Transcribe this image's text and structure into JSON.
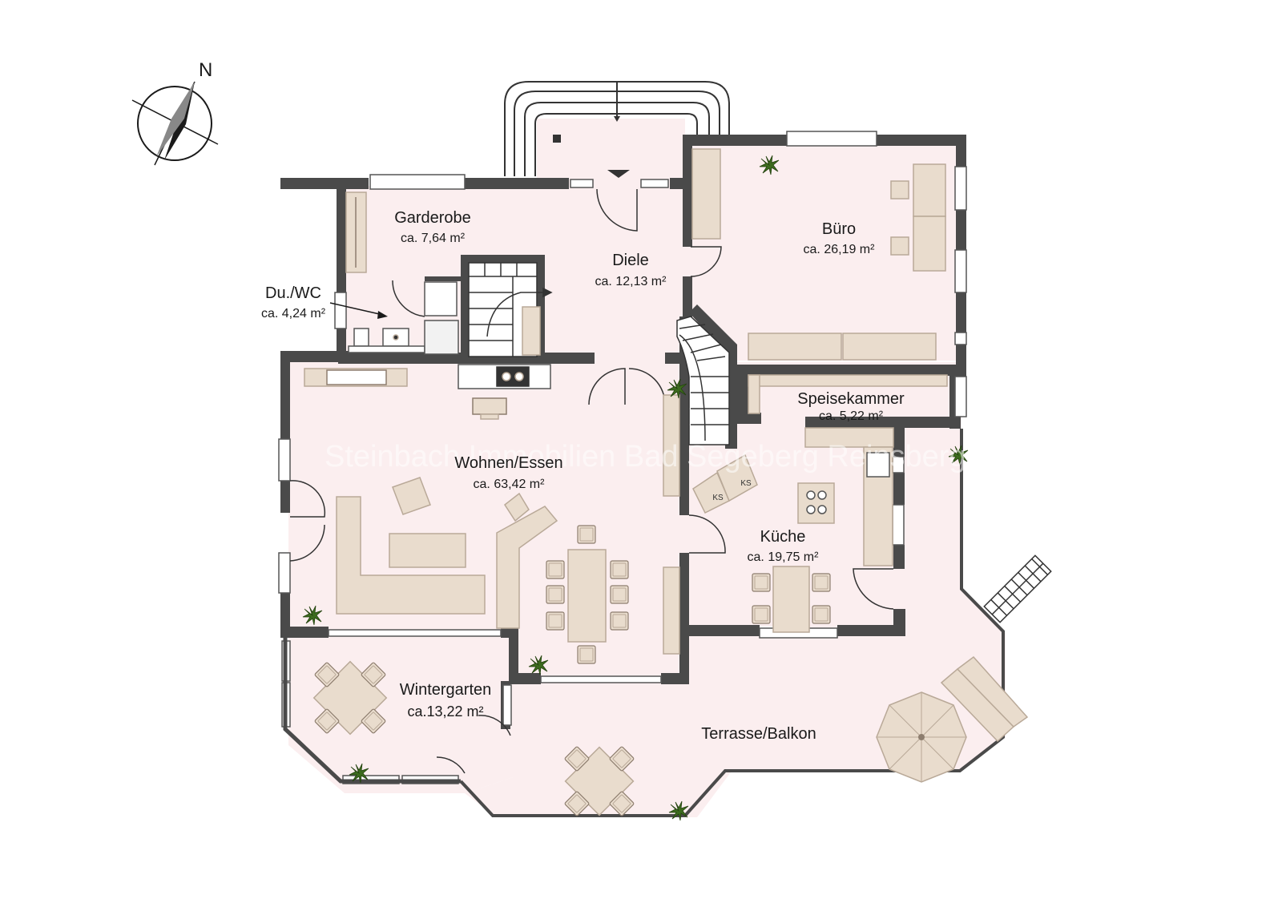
{
  "compass": {
    "north_label": "N"
  },
  "watermark": "Steinbach Immobilien Bad Segeberg Reinsberg",
  "rooms": [
    {
      "id": "garderobe",
      "name": "Garderobe",
      "area": "ca. 7,64 m²"
    },
    {
      "id": "du-wc",
      "name": "Du./WC",
      "area": "ca. 4,24 m²"
    },
    {
      "id": "diele",
      "name": "Diele",
      "area": "ca. 12,13 m²"
    },
    {
      "id": "buero",
      "name": "Büro",
      "area": "ca. 26,19 m²"
    },
    {
      "id": "speisekammer",
      "name": "Speisekammer",
      "area": "ca. 5,22 m²"
    },
    {
      "id": "wohnen-essen",
      "name": "Wohnen/Essen",
      "area": "ca. 63,42 m²"
    },
    {
      "id": "kueche",
      "name": "Küche",
      "area": "ca. 19,75 m²"
    },
    {
      "id": "wintergarten",
      "name": "Wintergarten",
      "area": "ca.13,22 m²"
    },
    {
      "id": "terrasse-balkon",
      "name": "Terrasse/Balkon",
      "area": ""
    }
  ],
  "fridge_labels": [
    "KS",
    "KS"
  ],
  "colors": {
    "wall": "#4a4a4a",
    "floor": "#fbeeef",
    "furniture": "#e9dccd",
    "furniture_stroke": "#b9a998",
    "plant": "#3c6b1e"
  }
}
